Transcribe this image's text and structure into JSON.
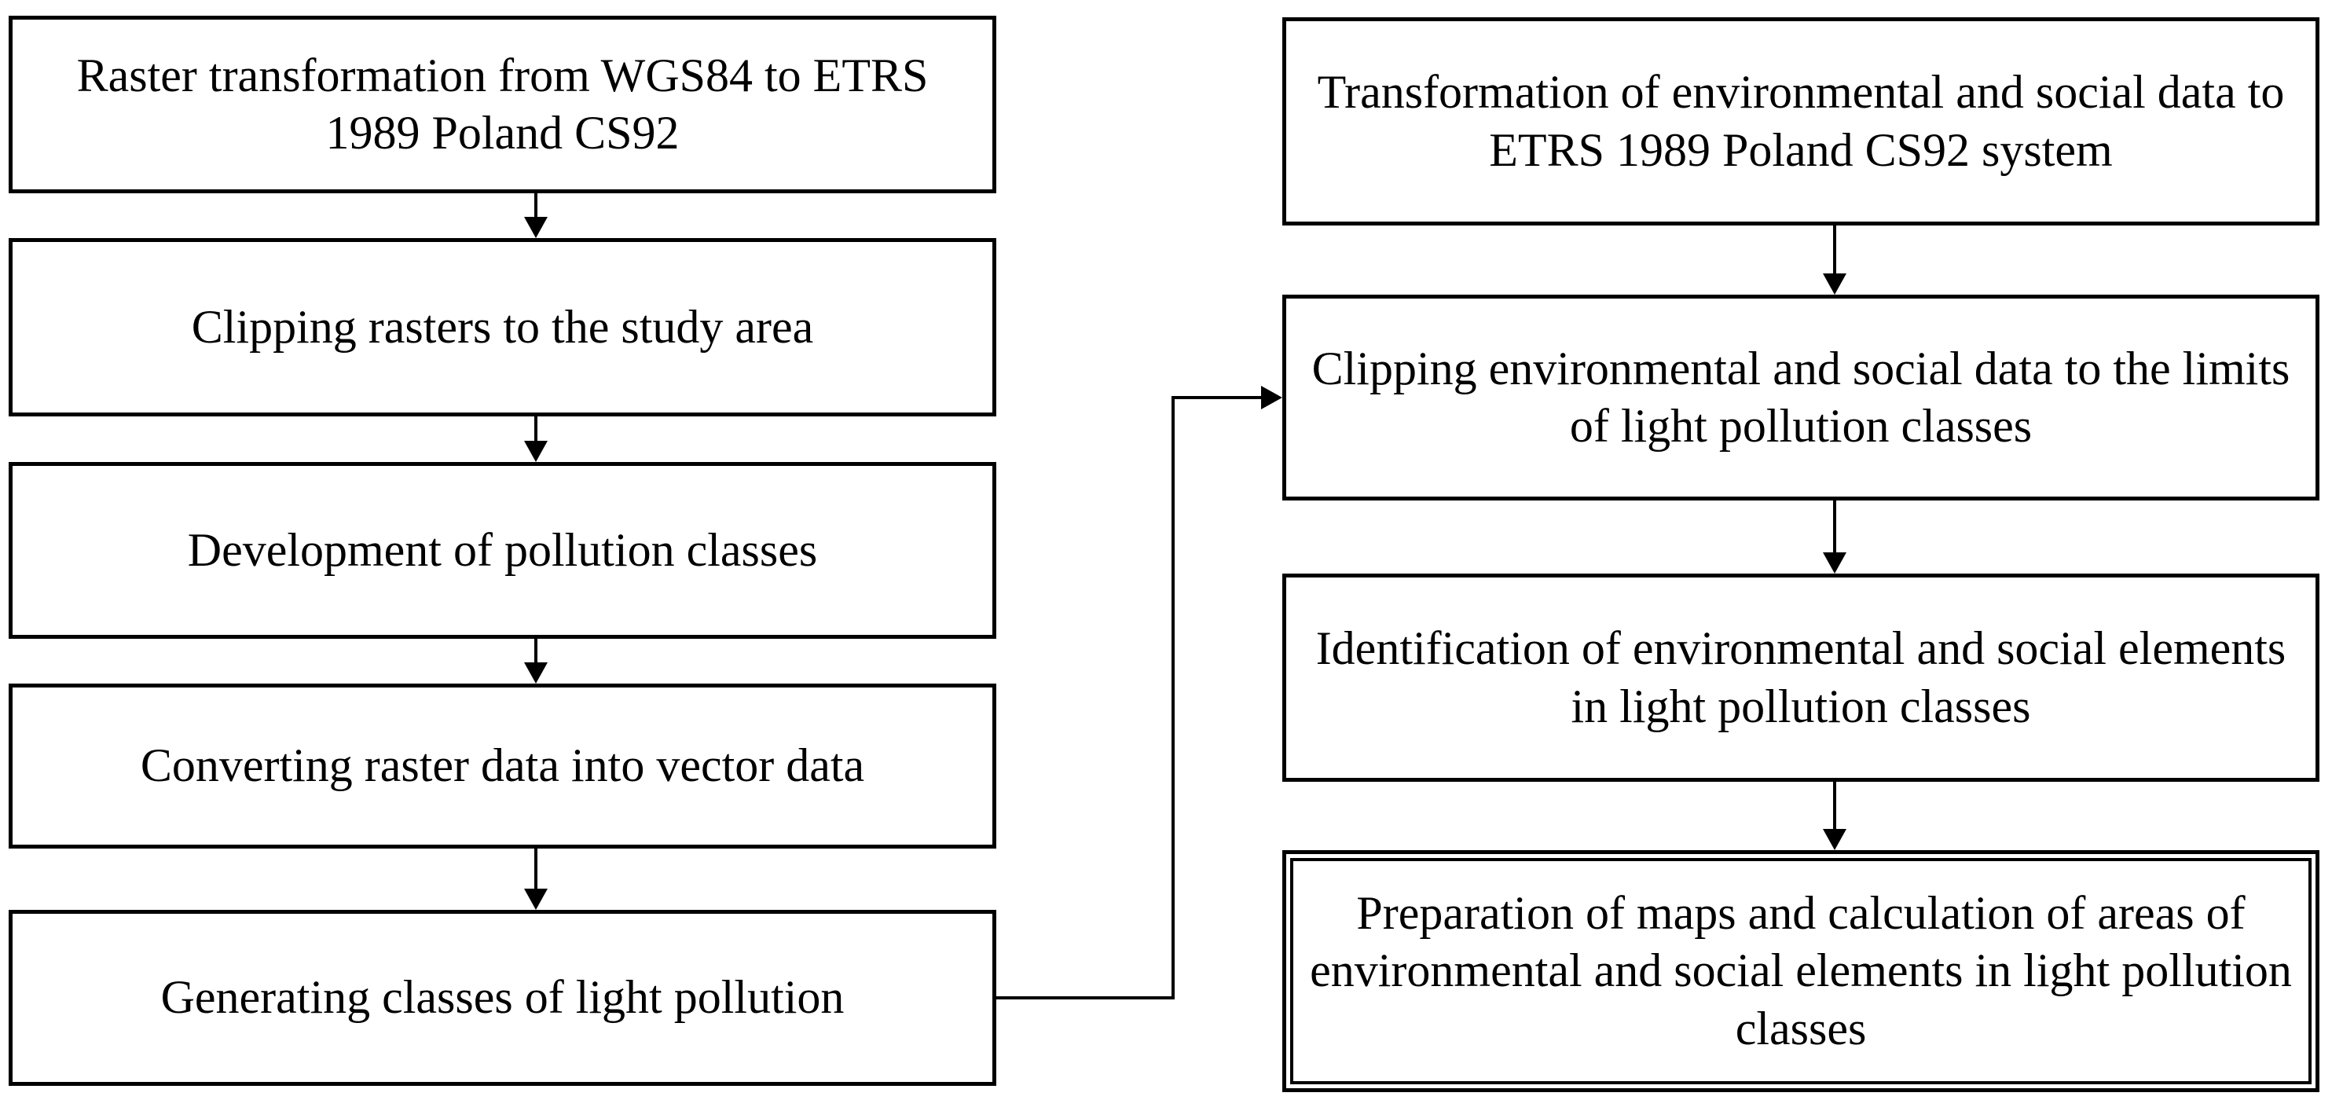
{
  "diagram": {
    "type": "flowchart",
    "background_color": "#ffffff",
    "line_color": "#000000",
    "text_color": "#000000",
    "left_column": {
      "boxes": [
        {
          "label": "Raster transformation from WGS84 to ETRS 1989 Poland CS92"
        },
        {
          "label": "Clipping rasters to the study area"
        },
        {
          "label": "Development of pollution classes"
        },
        {
          "label": "Converting raster data into vector data"
        },
        {
          "label": "Generating classes of light pollution"
        }
      ]
    },
    "right_column": {
      "boxes": [
        {
          "label": "Transformation of environmental and social data to ETRS 1989 Poland CS92 system"
        },
        {
          "label": "Clipping environmental and social data to the limits of light pollution classes"
        },
        {
          "label": "Identification of environmental and social elements in light pollution classes"
        },
        {
          "label": "Preparation of maps and calculation of areas of environmental and social elements in light pollution classes",
          "border_style": "double"
        }
      ]
    },
    "connections": [
      "left-1 -> left-2",
      "left-2 -> left-3",
      "left-3 -> left-4",
      "left-4 -> left-5",
      "left-5 -> right-2 (elbow)",
      "right-1 -> right-2",
      "right-2 -> right-3",
      "right-3 -> right-4"
    ]
  }
}
